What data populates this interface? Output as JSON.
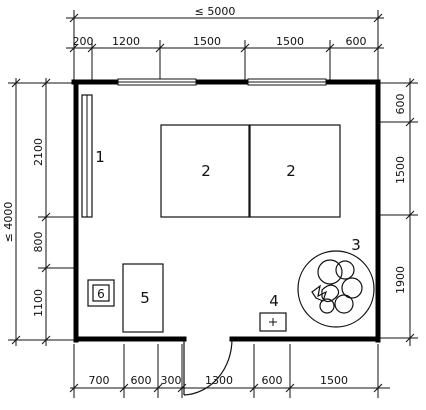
{
  "top_dimensions": {
    "total": "≤ 5000",
    "segments": [
      "200",
      "1200",
      "1500",
      "1500",
      "600"
    ]
  },
  "bottom_dimensions": {
    "segments": [
      "700",
      "600",
      "300",
      "1300",
      "600",
      "1500"
    ]
  },
  "left_dimensions": {
    "total": "≤ 4000",
    "segments": [
      "2100",
      "800",
      "1100"
    ]
  },
  "right_dimensions": {
    "segments": [
      "600",
      "1500",
      "1900"
    ]
  },
  "furniture_labels": {
    "item_1": "1",
    "item_2a": "2",
    "item_2b": "2",
    "item_3": "3",
    "item_4": "4",
    "item_5": "5",
    "item_6": "6"
  }
}
